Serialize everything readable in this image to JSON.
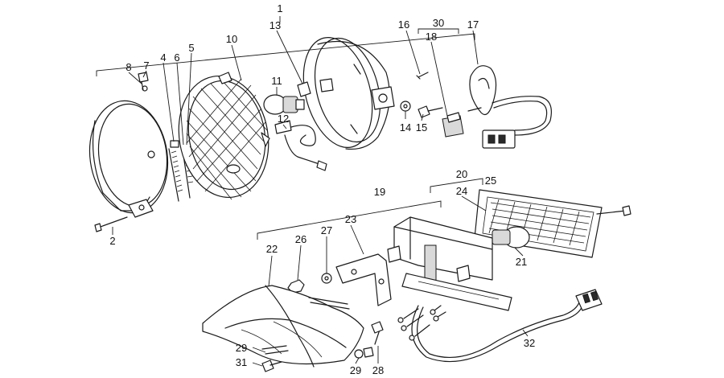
{
  "diagram": {
    "callouts": [
      {
        "id": "c1",
        "label": "1"
      },
      {
        "id": "c2",
        "label": "2"
      },
      {
        "id": "c4",
        "label": "4"
      },
      {
        "id": "c5",
        "label": "5"
      },
      {
        "id": "c6",
        "label": "6"
      },
      {
        "id": "c7",
        "label": "7"
      },
      {
        "id": "c8",
        "label": "8"
      },
      {
        "id": "c10",
        "label": "10"
      },
      {
        "id": "c11",
        "label": "11"
      },
      {
        "id": "c12",
        "label": "12"
      },
      {
        "id": "c13",
        "label": "13"
      },
      {
        "id": "c14",
        "label": "14"
      },
      {
        "id": "c15",
        "label": "15"
      },
      {
        "id": "c16",
        "label": "16"
      },
      {
        "id": "c17",
        "label": "17"
      },
      {
        "id": "c18",
        "label": "18"
      },
      {
        "id": "c19",
        "label": "19"
      },
      {
        "id": "c20",
        "label": "20"
      },
      {
        "id": "c21",
        "label": "21"
      },
      {
        "id": "c22",
        "label": "22"
      },
      {
        "id": "c23",
        "label": "23"
      },
      {
        "id": "c24",
        "label": "24"
      },
      {
        "id": "c25",
        "label": "25"
      },
      {
        "id": "c26",
        "label": "26"
      },
      {
        "id": "c27",
        "label": "27"
      },
      {
        "id": "c28",
        "label": "28"
      },
      {
        "id": "c29a",
        "label": "29"
      },
      {
        "id": "c29b",
        "label": "29"
      },
      {
        "id": "c30",
        "label": "30"
      },
      {
        "id": "c31",
        "label": "31"
      },
      {
        "id": "c32",
        "label": "32"
      }
    ]
  }
}
